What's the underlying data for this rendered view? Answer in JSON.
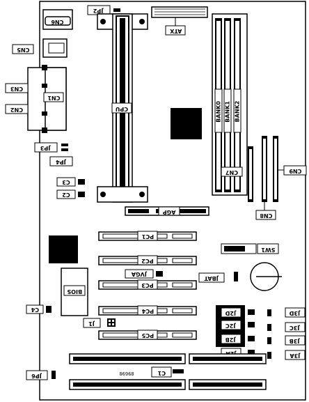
{
  "labels": {
    "cn6": "CN6",
    "cn5": "CN5",
    "cn3": "CN3",
    "cn1": "CN1",
    "cn2": "CN2",
    "jp2": "JP2",
    "atx": "ATX",
    "cpu": "CPU",
    "jp3": "JP3",
    "jp4": "JP4",
    "c3": "C3",
    "c2": "C2",
    "agp": "AGP",
    "pc1": "PC1",
    "pc2": "PC2",
    "pc3": "PC3",
    "pc4": "PC4",
    "pc5": "PC5",
    "jvga": "JVGA",
    "bios": "BIOS",
    "c4": "C4",
    "j1": "J1",
    "c1": "C1",
    "jp6": "JP6",
    "cn7": "CN7",
    "cn8": "CN8",
    "cn9": "CN9",
    "sw1": "SW1",
    "jbat": "JBAT",
    "j2d": "J2D",
    "j2c": "J2C",
    "j2b": "J2B",
    "j2a": "J2A",
    "j3d": "J3D",
    "j3c": "J3C",
    "j3b": "J3B",
    "j3a": "J3A",
    "bank0": "BANK0",
    "bank1": "BANK1",
    "bank2": "BANK2",
    "board_code": "89698"
  }
}
